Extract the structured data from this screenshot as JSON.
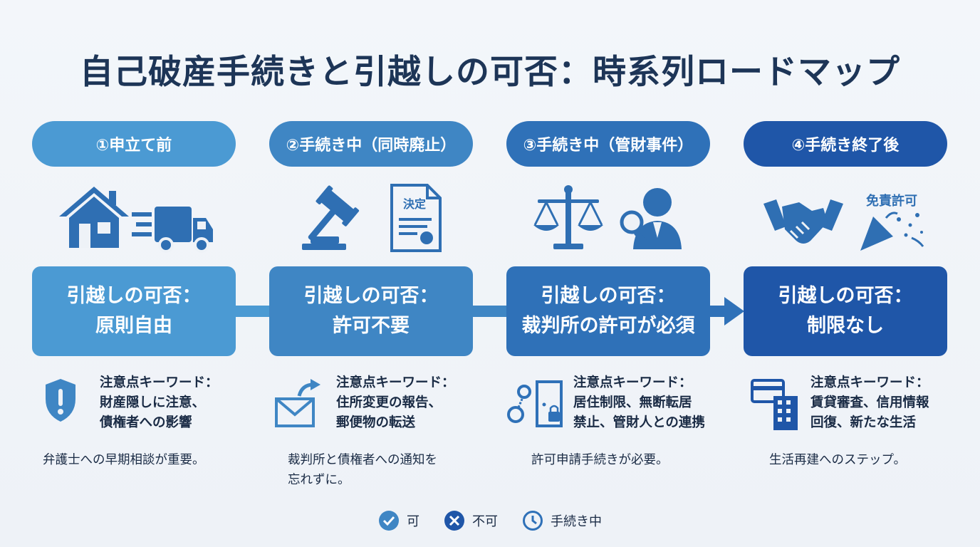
{
  "title": "自己破産手続きと引越しの可否：時系列ロードマップ",
  "colors": {
    "stage1": "#4b9ad3",
    "stage2": "#3f86c4",
    "stage3": "#2f71b8",
    "stage4": "#1f56a8",
    "icon": "#2f6fb3",
    "title": "#1d3557"
  },
  "stages": [
    {
      "label": "①申立て前",
      "icons": [
        "house-icon",
        "moving-truck-icon"
      ],
      "status_line1": "引越しの可否：",
      "status_line2": "原則自由",
      "keyword_icon": "shield-warning-icon",
      "keyword_title": "注意点キーワード：",
      "keyword_line1": "財産隠しに注意、",
      "keyword_line2": "債権者への影響",
      "note_line1": "弁護士への早期相談が重要。",
      "note_line2": ""
    },
    {
      "label": "②手続き中（同時廃止）",
      "icons": [
        "gavel-icon",
        "document-icon"
      ],
      "document_text": "決定",
      "status_line1": "引越しの可否：",
      "status_line2": "許可不要",
      "keyword_icon": "mail-forward-icon",
      "keyword_title": "注意点キーワード：",
      "keyword_line1": "住所変更の報告、",
      "keyword_line2": "郵便物の転送",
      "note_line1": "裁判所と債権者への通知を",
      "note_line2": "忘れずに。"
    },
    {
      "label": "③手続き中（管財事件）",
      "icons": [
        "scales-icon",
        "trustee-icon"
      ],
      "status_line1": "引越しの可否：",
      "status_line2": "裁判所の許可が必須",
      "keyword_icon": "handcuff-door-icon",
      "keyword_title": "注意点キーワード：",
      "keyword_line1": "居住制限、無断転居",
      "keyword_line2": "禁止、管財人との連携",
      "note_line1": "許可申請手続きが必要。",
      "note_line2": ""
    },
    {
      "label": "④手続き終了後",
      "icons": [
        "handshake-icon",
        "celebration-icon"
      ],
      "celebration_text": "免責許可",
      "status_line1": "引越しの可否：",
      "status_line2": "制限なし",
      "keyword_icon": "card-building-icon",
      "keyword_title": "注意点キーワード：",
      "keyword_line1": "賃貸審査、信用情報",
      "keyword_line2": "回復、新たな生活",
      "note_line1": "生活再建へのステップ。",
      "note_line2": ""
    }
  ],
  "legend": [
    {
      "icon": "check-circle-icon",
      "label": "可"
    },
    {
      "icon": "cross-circle-icon",
      "label": "不可"
    },
    {
      "icon": "clock-icon",
      "label": "手続き中"
    }
  ]
}
